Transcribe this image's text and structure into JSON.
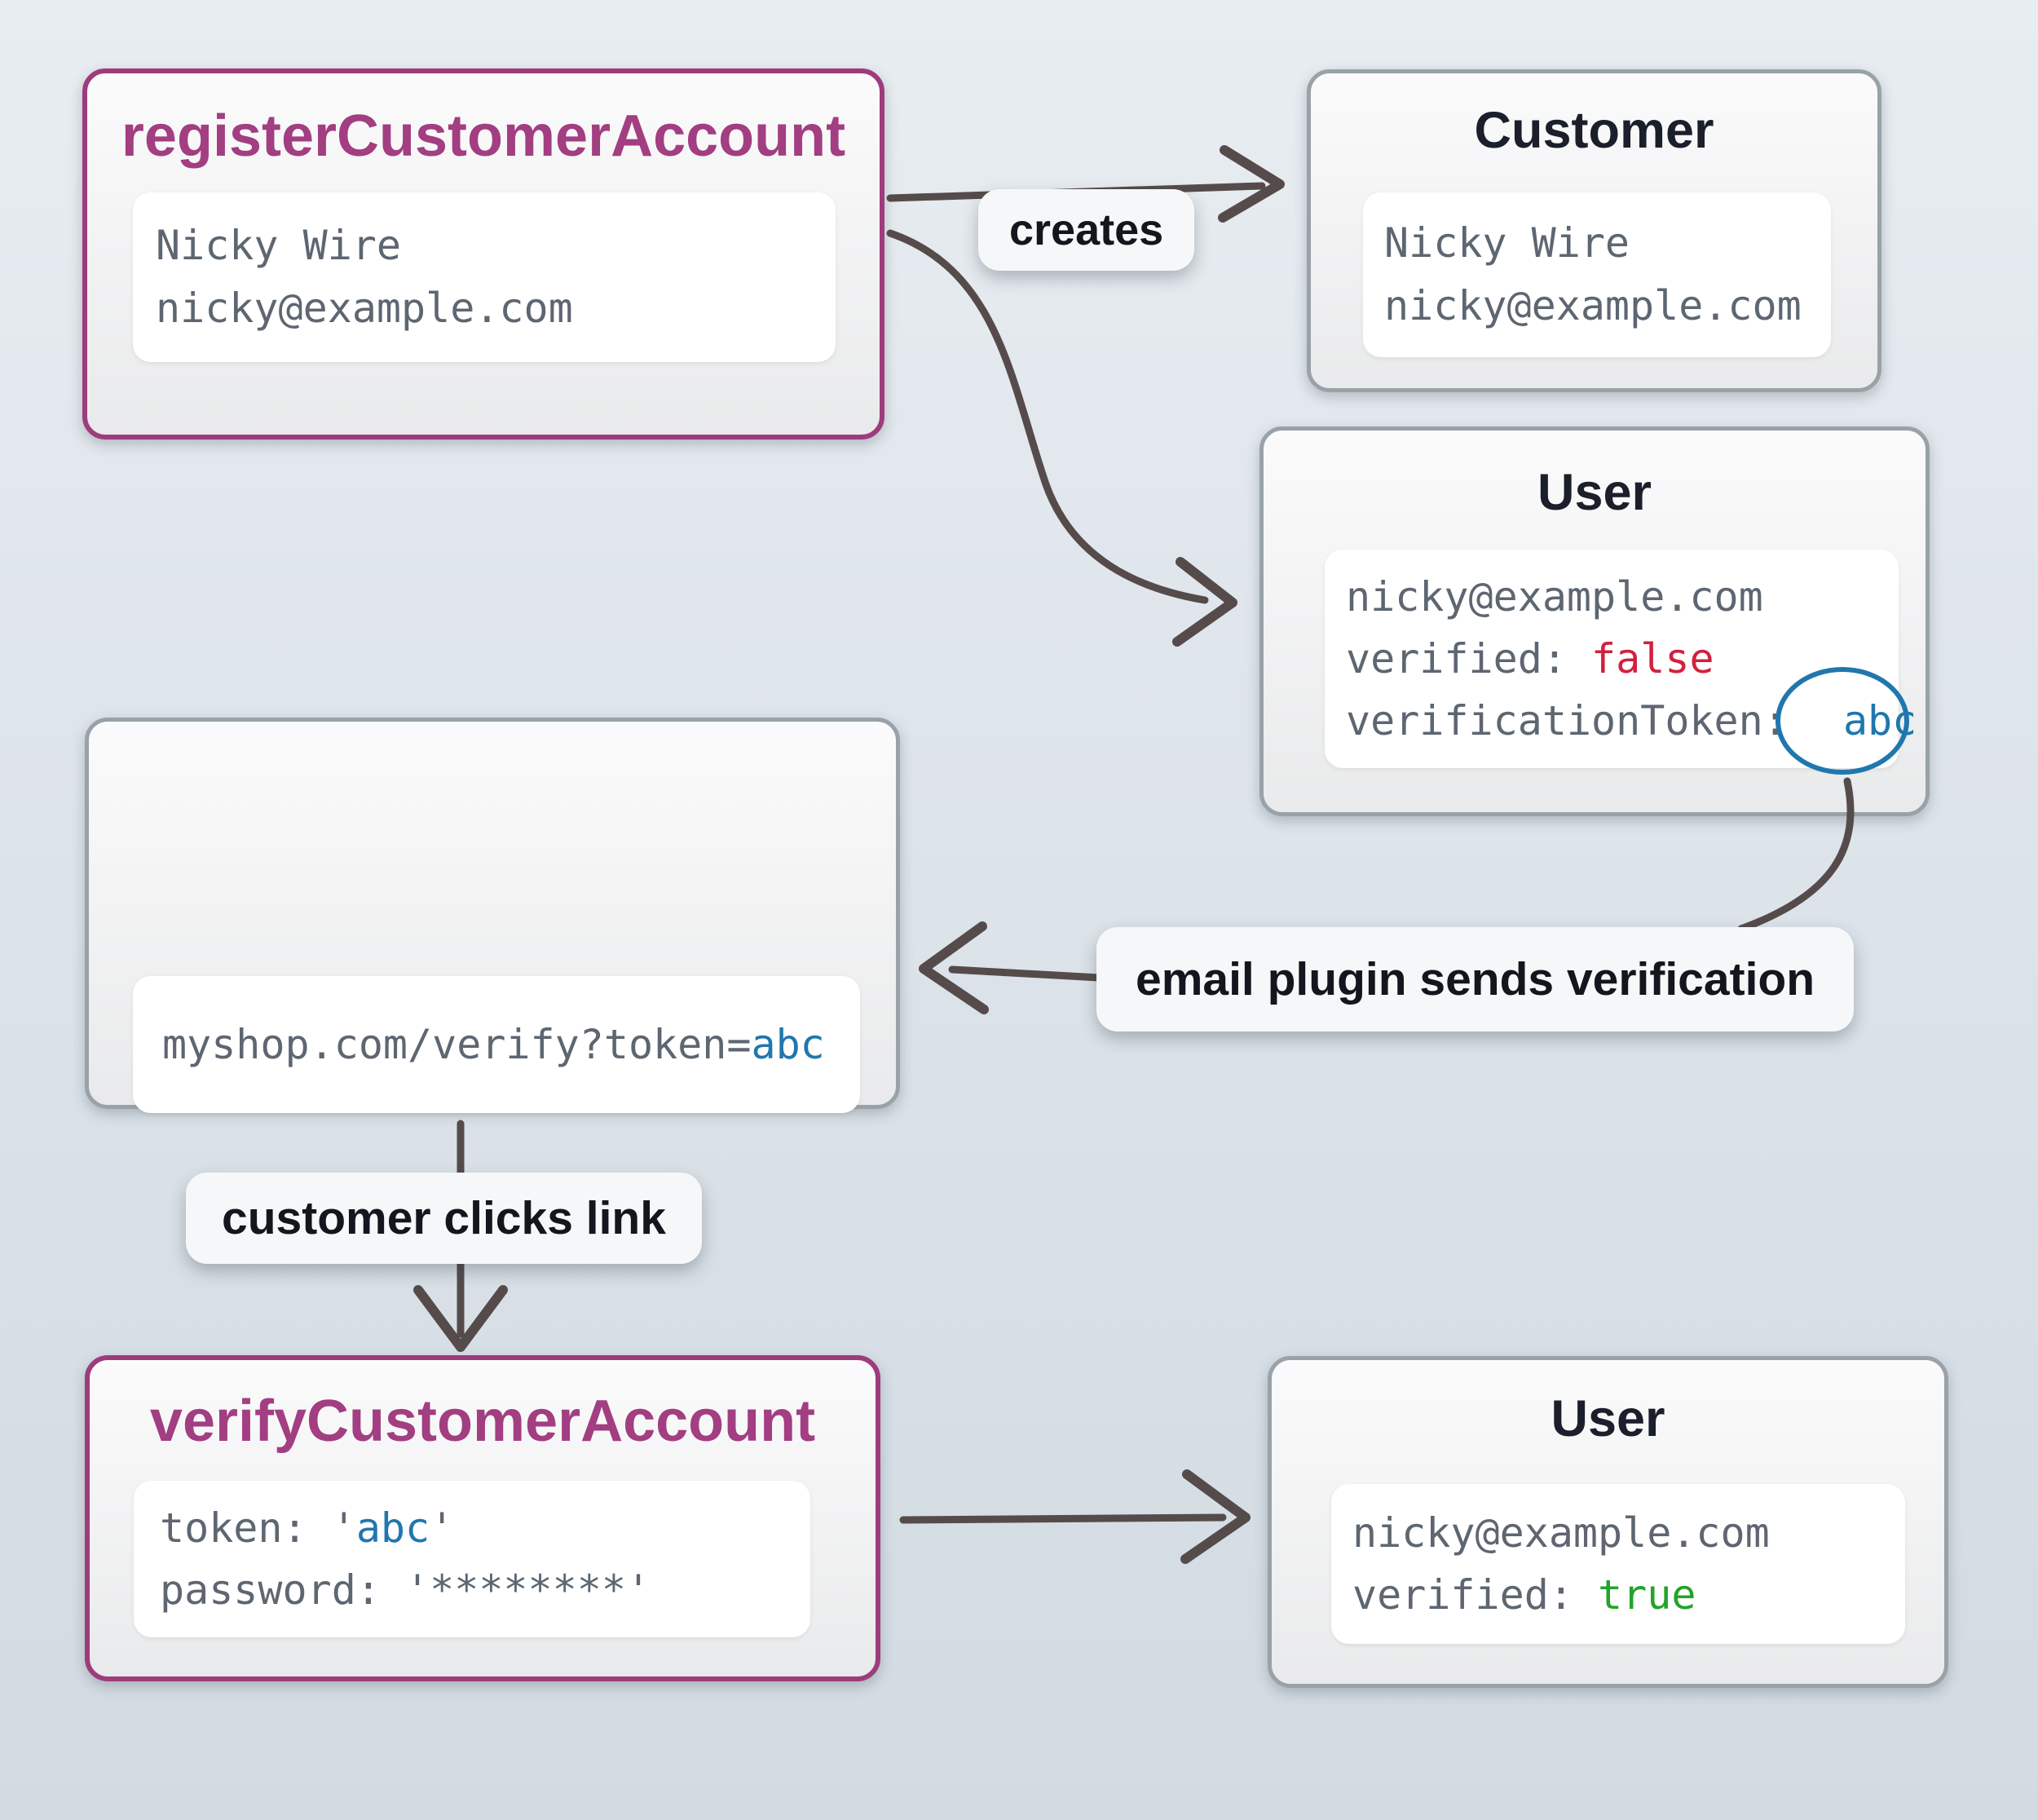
{
  "diagram": {
    "register": {
      "title": "registerCustomerAccount",
      "name": "Nicky Wire",
      "email": "nicky@example.com"
    },
    "customer": {
      "title": "Customer",
      "name": "Nicky Wire",
      "email": "nicky@example.com"
    },
    "user_unverified": {
      "title": "User",
      "email": "nicky@example.com",
      "verified_key": "verified: ",
      "verified_value": "false",
      "token_key": "verificationToken: ",
      "token_value": "abc"
    },
    "email_message": {
      "icon": "fast-email-icon",
      "link_prefix": "myshop.com/verify?token=",
      "link_token": "abc"
    },
    "verify": {
      "title": "verifyCustomerAccount",
      "token_prefix": "token: '",
      "token_value": "abc",
      "token_suffix": "'",
      "password_line": "password: '********'"
    },
    "user_verified": {
      "title": "User",
      "email": "nicky@example.com",
      "verified_key": "verified: ",
      "verified_value": "true"
    }
  },
  "edge_labels": {
    "creates": "creates",
    "email_plugin": "email plugin sends verification",
    "customer_clicks": "customer clicks link"
  },
  "colors": {
    "purple_border": "#9d3c7d",
    "purple_title": "#a23e81",
    "gray_border": "#98a2a8",
    "dark_title": "#1a1f2b",
    "mono_gray": "#5d6671",
    "false_red": "#d2203e",
    "true_green": "#23a32a",
    "token_blue": "#2077ae",
    "arrow": "#564b4b",
    "background_top": "#e8edf1",
    "background_bottom": "#d2dbe2"
  }
}
